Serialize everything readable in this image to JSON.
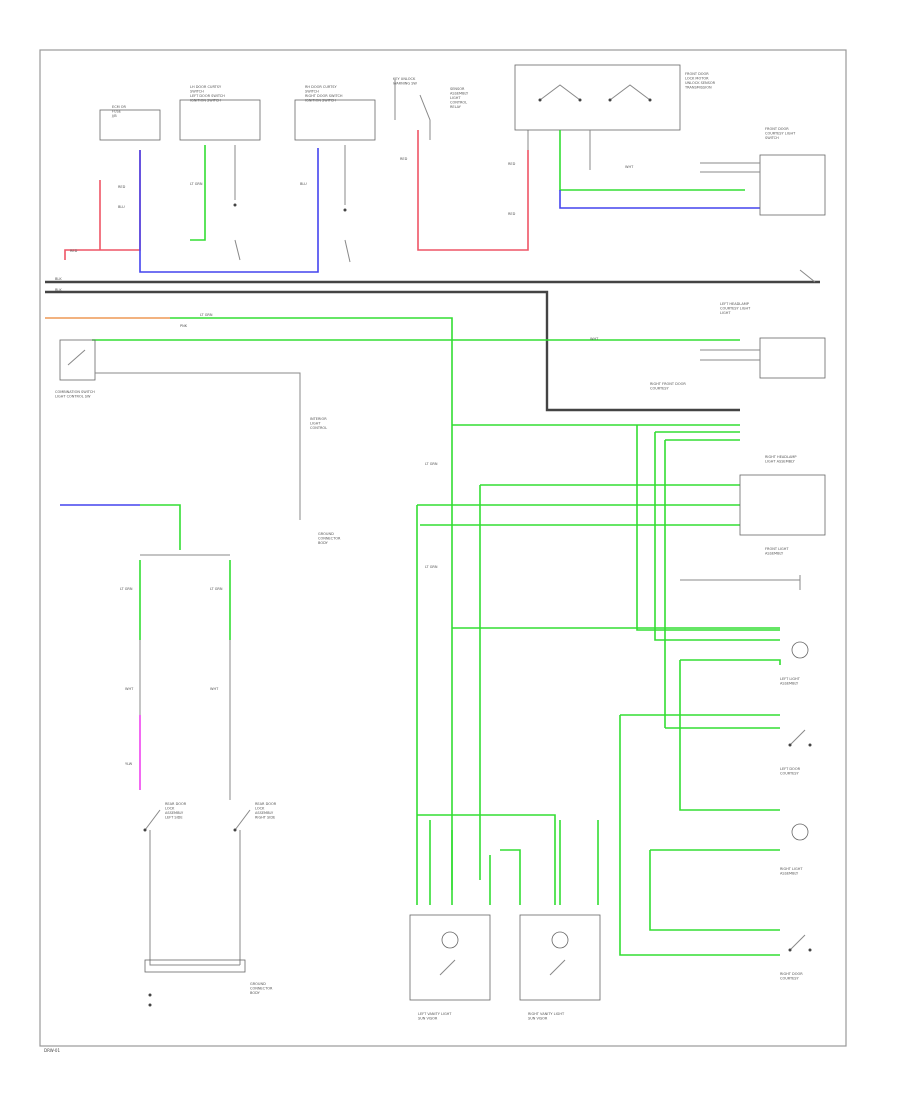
{
  "diagram": {
    "page_code": "DRW-01",
    "labels": {
      "ecm_top": "ECM OR\nFUSE\nJ/B",
      "lh_door_sw": "LH DOOR CURTSY\nSWITCH\nLEFT DOOR SWITCH\nIGNITION SWITCH",
      "rh_door_sw": "RH DOOR CURTSY\nSWITCH\nRIGHT DOOR SWITCH\nIGNITION SWITCH",
      "key_unlock": "KEY UNLOCK\nWARNING SW",
      "sensor_box": "SENSOR\nASSEMBLY\nLIGHT\nCONTROL\nRELAY",
      "front_door_lock": "FRONT DOOR\nLOCK MOTOR\nUNLOCK SENSOR\nTRANSMISSION",
      "front_door_light": "FRONT DOOR\nCOURTESY LIGHT\nSWITCH",
      "left_headlamp": "LEFT HEADLAMP\nCOURTESY LIGHT\nLIGHT",
      "right_front_door": "RIGHT FRONT DOOR\nCOURTESY",
      "right_headlamp": "RIGHT HEADLAMP\nLIGHT ASSEMBLY",
      "front_light": "FRONT LIGHT\nASSEMBLY",
      "left_light": "LEFT LIGHT\nASSEMBLY",
      "left_door": "LEFT DOOR\nCOURTESY",
      "right_light": "RIGHT LIGHT\nASSEMBLY",
      "right_door": "RIGHT DOOR\nCOURTESY",
      "combo_switch": "COMBINATION SWITCH\nLIGHT CONTROL SW",
      "interior_light": "INTERIOR\nLIGHT\nCONTROL",
      "left_rear_door": "REAR DOOR\nLOCK\nASSEMBLY\nLEFT SIDE",
      "right_rear_door": "REAR DOOR\nLOCK\nASSEMBLY\nRIGHT SIDE",
      "vanity_left": "LEFT VANITY LIGHT\nSUN VISOR",
      "vanity_right": "RIGHT VANITY LIGHT\nSUN VISOR",
      "ground": "GROUND\nCONNECTOR\nBODY",
      "lt_grn": "LT GRN",
      "red": "RED",
      "blu": "BLU",
      "wht": "WHT",
      "blk": "BLK",
      "pnk": "PNK",
      "ylw": "YLW"
    }
  }
}
